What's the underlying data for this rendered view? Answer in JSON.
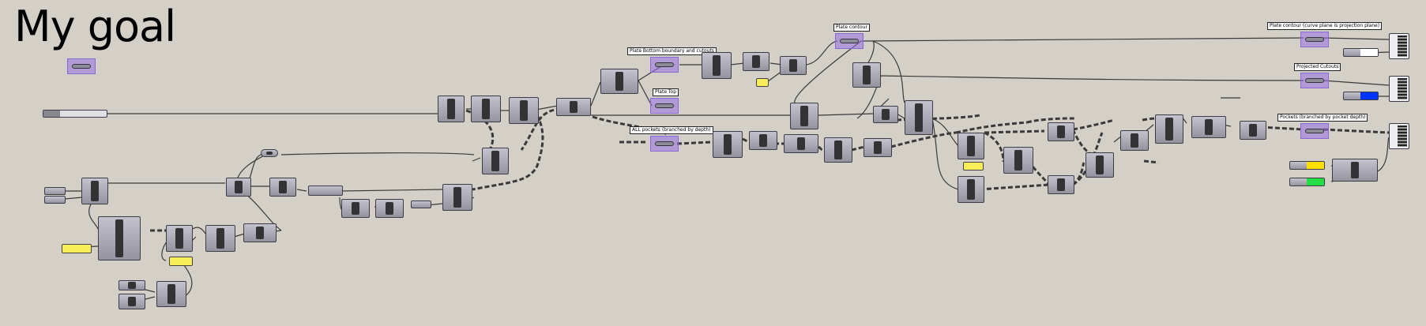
{
  "canvas": {
    "title": "My goal",
    "background": "#d4d0c8",
    "group_color": "#966ee1",
    "panel_color": "#f7ee5a"
  },
  "labels": {
    "plate_bottom": "Plate Bottom boundary and cutouts",
    "plate_top": "Plate Top",
    "all_pockets": "ALL pockets (branched by depth)",
    "plate_contour": "Plate contour",
    "plate_contour_projection": "Plate contour (curve plane is projection plane)",
    "projected_cutouts": "Projected Cutouts",
    "pockets_branched": "Pockets (branched by pocket depth)"
  },
  "swatches": {
    "white": "#ffffff",
    "blue": "#0033ff",
    "yellow": "#ffe000",
    "green": "#22dd44"
  }
}
